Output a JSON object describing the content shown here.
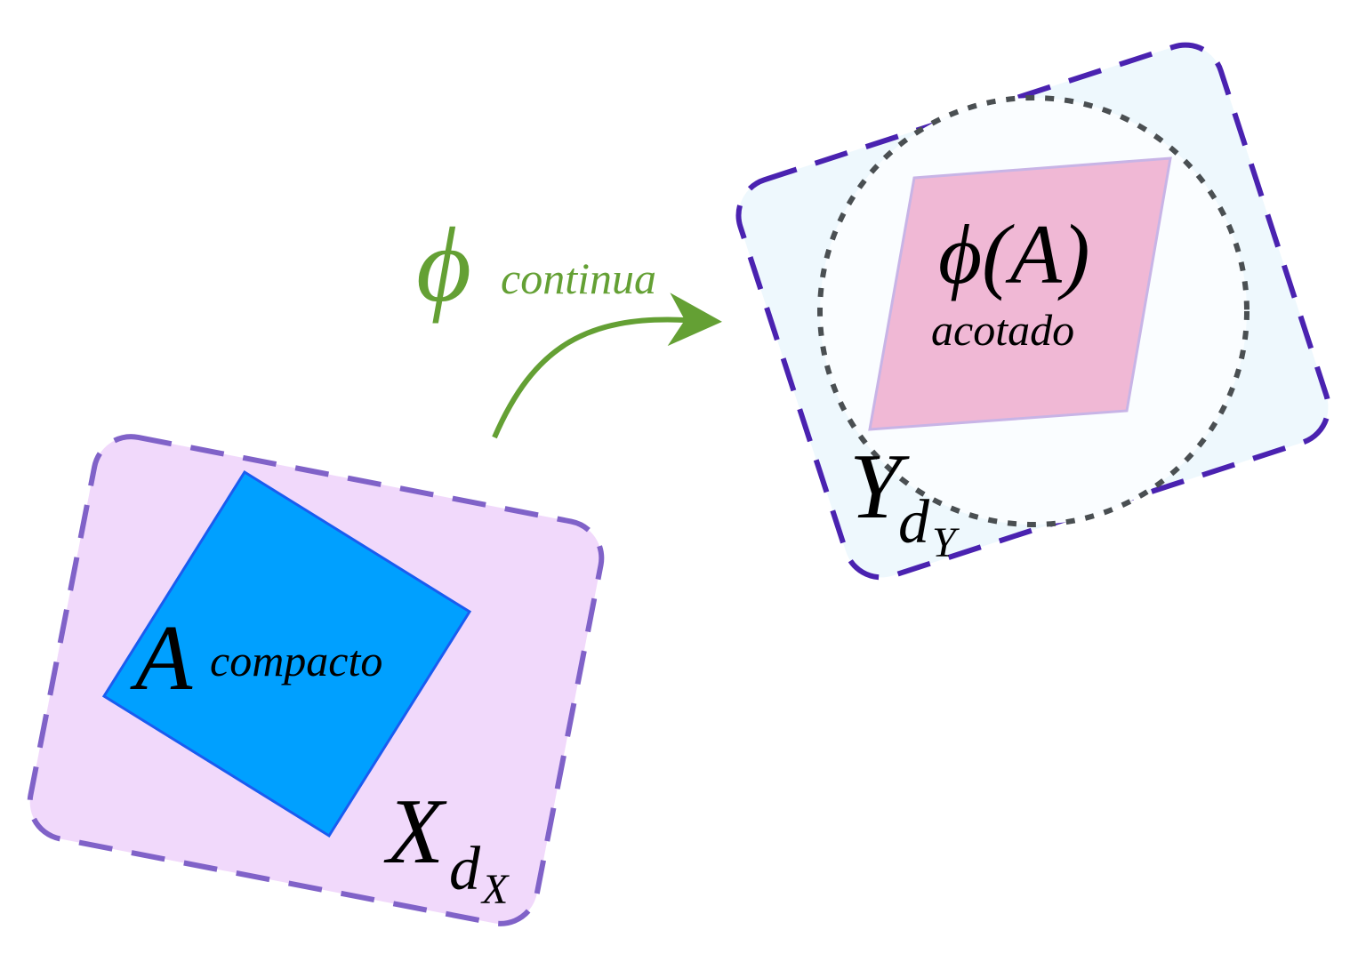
{
  "colors": {
    "space_x_fill": "#f1d9fb",
    "space_x_stroke": "#8062c8",
    "set_a_fill": "#00a0ff",
    "set_a_stroke": "#1a5cf0",
    "space_y_fill": "#eef8fd",
    "space_y_stroke": "#4a22b0",
    "ball_stroke": "#4a4f52",
    "image_fill": "#f0b8d5",
    "image_stroke": "#c8b4e6",
    "map_color": "#64a034",
    "text": "#000000"
  },
  "map": {
    "symbol": "ϕ",
    "label": "continua"
  },
  "set_a": {
    "symbol": "A",
    "label": "compacto"
  },
  "space_x": {
    "symbol": "X",
    "sub": "d",
    "subsub": "X"
  },
  "image": {
    "symbol": "ϕ(A)",
    "label": "acotado"
  },
  "space_y": {
    "symbol": "Y",
    "sub": "d",
    "subsub": "Y"
  }
}
